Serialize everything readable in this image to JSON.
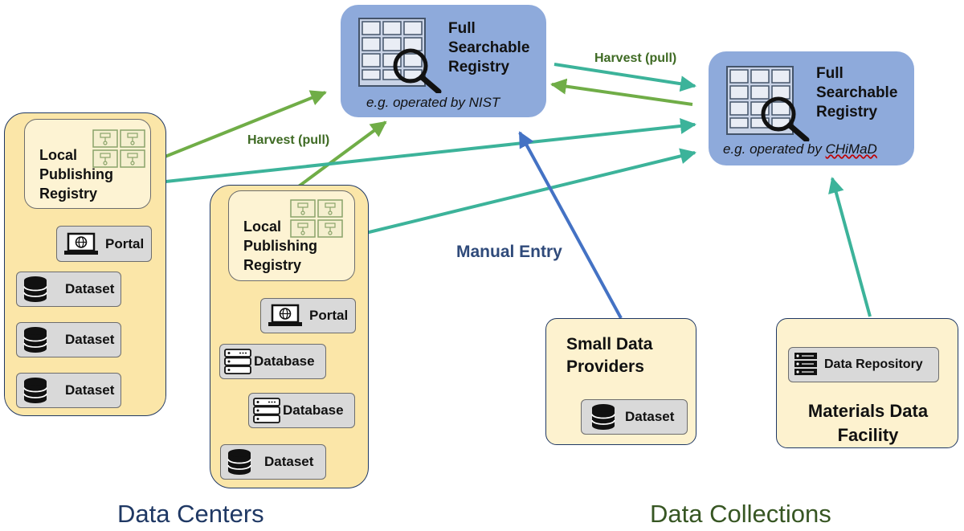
{
  "nist_registry": {
    "title_line1": "Full",
    "title_line2": "Searchable",
    "title_line3": "Registry",
    "subtitle": "e.g. operated by NIST",
    "icon": "cabinet-search-icon"
  },
  "chimad_registry": {
    "title_line1": "Full",
    "title_line2": "Searchable",
    "title_line3": "Registry",
    "subtitle_prefix": "e.g. operated by ",
    "subtitle_name": "CHiMaD",
    "icon": "cabinet-search-icon"
  },
  "harvest_labels": {
    "top": "Harvest (pull)",
    "middle": "Harvest (pull)"
  },
  "manual_entry": "Manual Entry",
  "center_a": {
    "local_registry": [
      "Local",
      "Publishing",
      "Registry"
    ],
    "portal": "Portal",
    "datasets": [
      "Dataset",
      "Dataset",
      "Dataset"
    ]
  },
  "center_b": {
    "local_registry": [
      "Local",
      "Publishing",
      "Registry"
    ],
    "portal": "Portal",
    "databases": [
      "Database",
      "Database"
    ],
    "dataset": "Dataset"
  },
  "small_providers": {
    "title_line1": "Small Data",
    "title_line2": "Providers",
    "dataset": "Dataset"
  },
  "mdf": {
    "repository": "Data Repository",
    "title_line1": "Materials Data",
    "title_line2": "Facility"
  },
  "footer": {
    "left": "Data Centers",
    "right": "Data Collections"
  },
  "colors": {
    "green_arrow": "#70ad47",
    "teal_arrow": "#3cb39a",
    "blue_arrow": "#4472c4",
    "footer_left": "#1f3864",
    "footer_right": "#375623"
  }
}
